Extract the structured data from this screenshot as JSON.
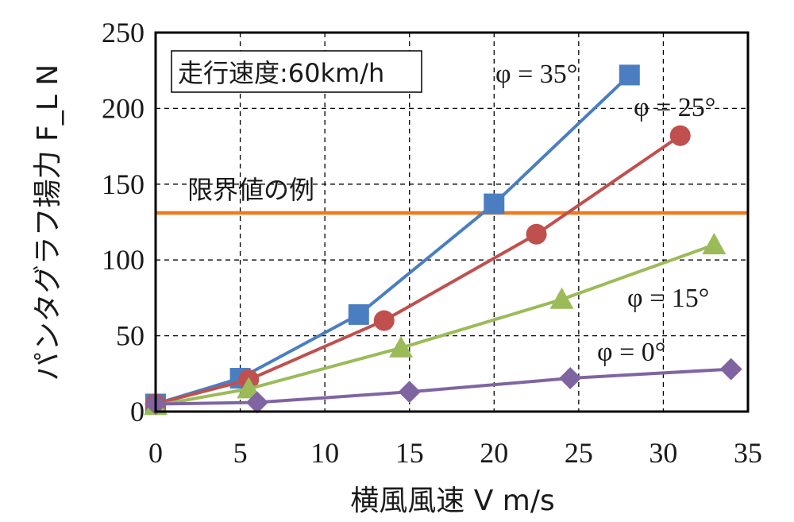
{
  "chart_data": {
    "type": "line",
    "xlabel": "横風風速 V m/s",
    "ylabel": "パンタグラフ揚力 F_L N",
    "xlim": [
      0,
      35
    ],
    "ylim": [
      0,
      250
    ],
    "xticks": [
      0,
      5,
      10,
      15,
      20,
      25,
      30,
      35
    ],
    "yticks": [
      0,
      50,
      100,
      150,
      200,
      250
    ],
    "grid": true,
    "annotations": {
      "speed": "走行速度:60km/h",
      "limit": "限界値の例"
    },
    "limit_line": {
      "y": 131,
      "color": "#f07a1b"
    },
    "series": [
      {
        "name": "φ = 35°",
        "marker": "square",
        "color": "#4a7ec1",
        "x": [
          0,
          5,
          12,
          20,
          28
        ],
        "y": [
          5,
          22,
          64,
          137,
          222
        ]
      },
      {
        "name": "φ = 25°",
        "marker": "circle",
        "color": "#c0504d",
        "x": [
          0,
          5.5,
          13.5,
          22.5,
          31
        ],
        "y": [
          5,
          21,
          60,
          117,
          182
        ]
      },
      {
        "name": "φ = 15°",
        "marker": "triangle",
        "color": "#9bbb59",
        "x": [
          0,
          5.5,
          14.5,
          24,
          33
        ],
        "y": [
          4,
          15,
          42,
          74,
          110
        ]
      },
      {
        "name": "φ = 0°",
        "marker": "diamond",
        "color": "#8064a2",
        "x": [
          0,
          6,
          15,
          24.5,
          34
        ],
        "y": [
          5,
          6,
          13,
          22,
          28
        ]
      }
    ]
  }
}
